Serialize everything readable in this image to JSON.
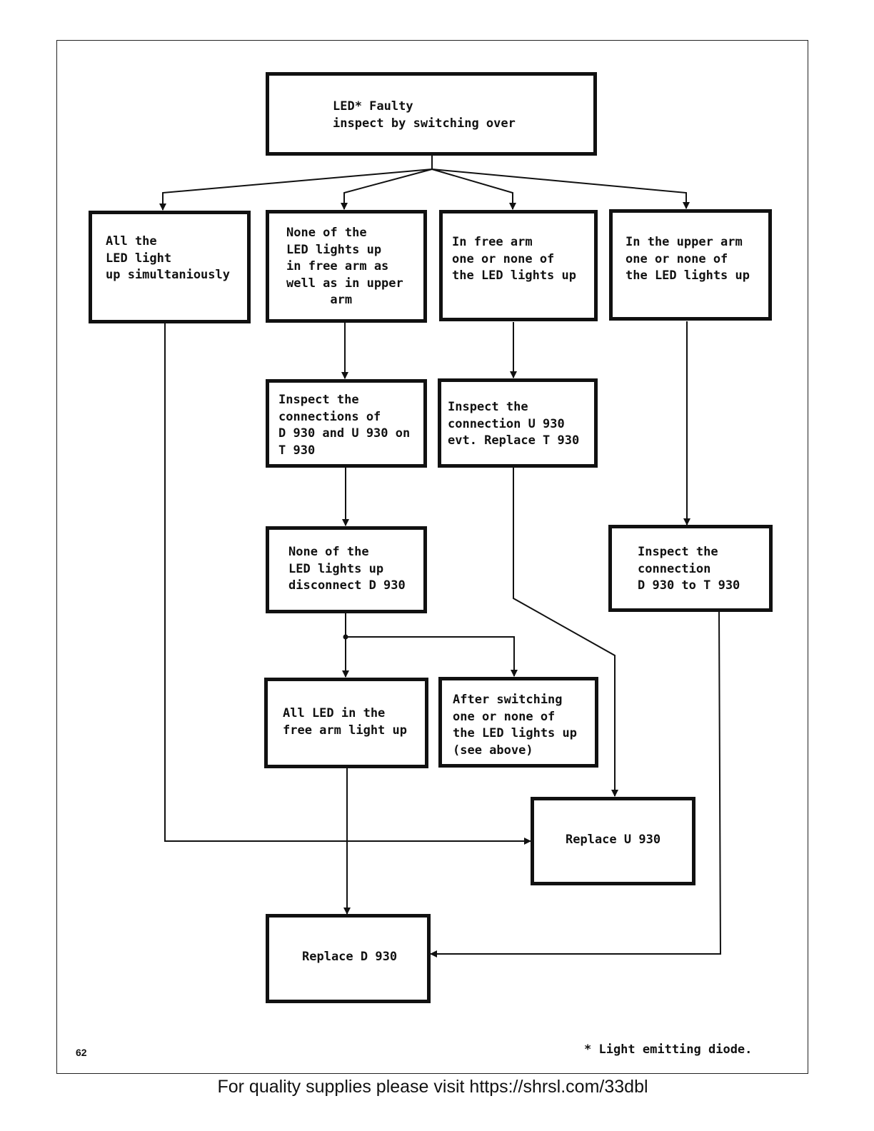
{
  "boxes": {
    "start": "LED* Faulty\ninspect by switching over",
    "all_led": "All the\nLED light\nup simultaniously",
    "none_both_arms": "None of the\nLED lights up\nin free arm as\nwell as in upper\n      arm",
    "free_arm": "In free arm\none or none of\nthe LED lights up",
    "upper_arm": "In the upper arm\none or none of\nthe LED lights up",
    "inspect_d930_u930": "Inspect the\nconnections of\nD 930 and U 930 on\nT 930",
    "inspect_u930": "Inspect the\nconnection U 930\nevt. Replace T 930",
    "none_disconnect": "None of the\nLED lights up\ndisconnect D 930",
    "inspect_d930_t930": "Inspect the\nconnection\nD 930 to T 930",
    "all_free_arm": "All LED in the\nfree arm light up",
    "after_switching": "After switching\none or none of\nthe LED lights up\n(see above)",
    "replace_u930": "Replace U 930",
    "replace_d930": "Replace D 930"
  },
  "page_number": "62",
  "footnote": "* Light emitting diode.",
  "footer": "For quality supplies please visit https://shrsl.com/33dbl",
  "colors": {
    "ink": "#111111",
    "paper": "#ffffff"
  }
}
